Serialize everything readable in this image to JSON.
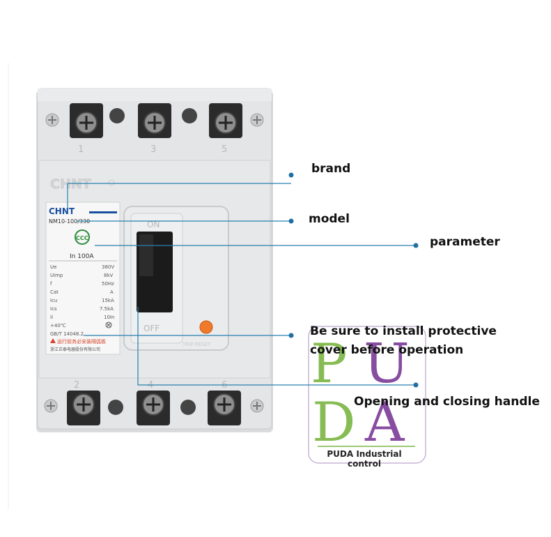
{
  "colors": {
    "leader_line": "#2a7fb0",
    "dot": "#1f6fa3",
    "logo_green": "#7ab541",
    "logo_purple": "#7b3a96",
    "breaker_body": "#dfe1e3",
    "warning_red": "#d9412b",
    "indicator_orange": "#f07a2a"
  },
  "breaker": {
    "brand_relief": "CHNT",
    "terminals_top": [
      "1",
      "3",
      "5"
    ],
    "terminals_bottom": [
      "2",
      "4",
      "6"
    ],
    "label": {
      "brand": "CHNT",
      "model": "NM10-100/330",
      "rating": "In 100A",
      "specs": [
        {
          "key": "Ue",
          "value": "380V"
        },
        {
          "key": "Uimp",
          "value": "8kV"
        },
        {
          "key": "f",
          "value": "50Hz"
        },
        {
          "key": "Cat",
          "value": "A"
        },
        {
          "key": "Icu",
          "value": "15kA"
        },
        {
          "key": "Ics",
          "value": "7.5kA"
        },
        {
          "key": "Ii",
          "value": "10In"
        }
      ],
      "temp": "+40℃",
      "standard": "GB/T 14048.2",
      "warning": "运行前务必安装隔弧板",
      "maker": "浙江正泰电器股份有限公司"
    },
    "handle_on": "ON",
    "handle_off": "OFF",
    "handle_caption": "TRIP  RESET"
  },
  "callouts": {
    "brand": "brand",
    "model": "model",
    "parameter": "parameter",
    "cover_line1": "Be sure to install protective",
    "cover_line2": "cover before operation",
    "handle": "Opening and closing handle"
  },
  "watermark": {
    "letters_top": [
      "P",
      "U"
    ],
    "letters_bottom": [
      "D",
      "A"
    ],
    "caption": "PUDA Industrial control"
  }
}
